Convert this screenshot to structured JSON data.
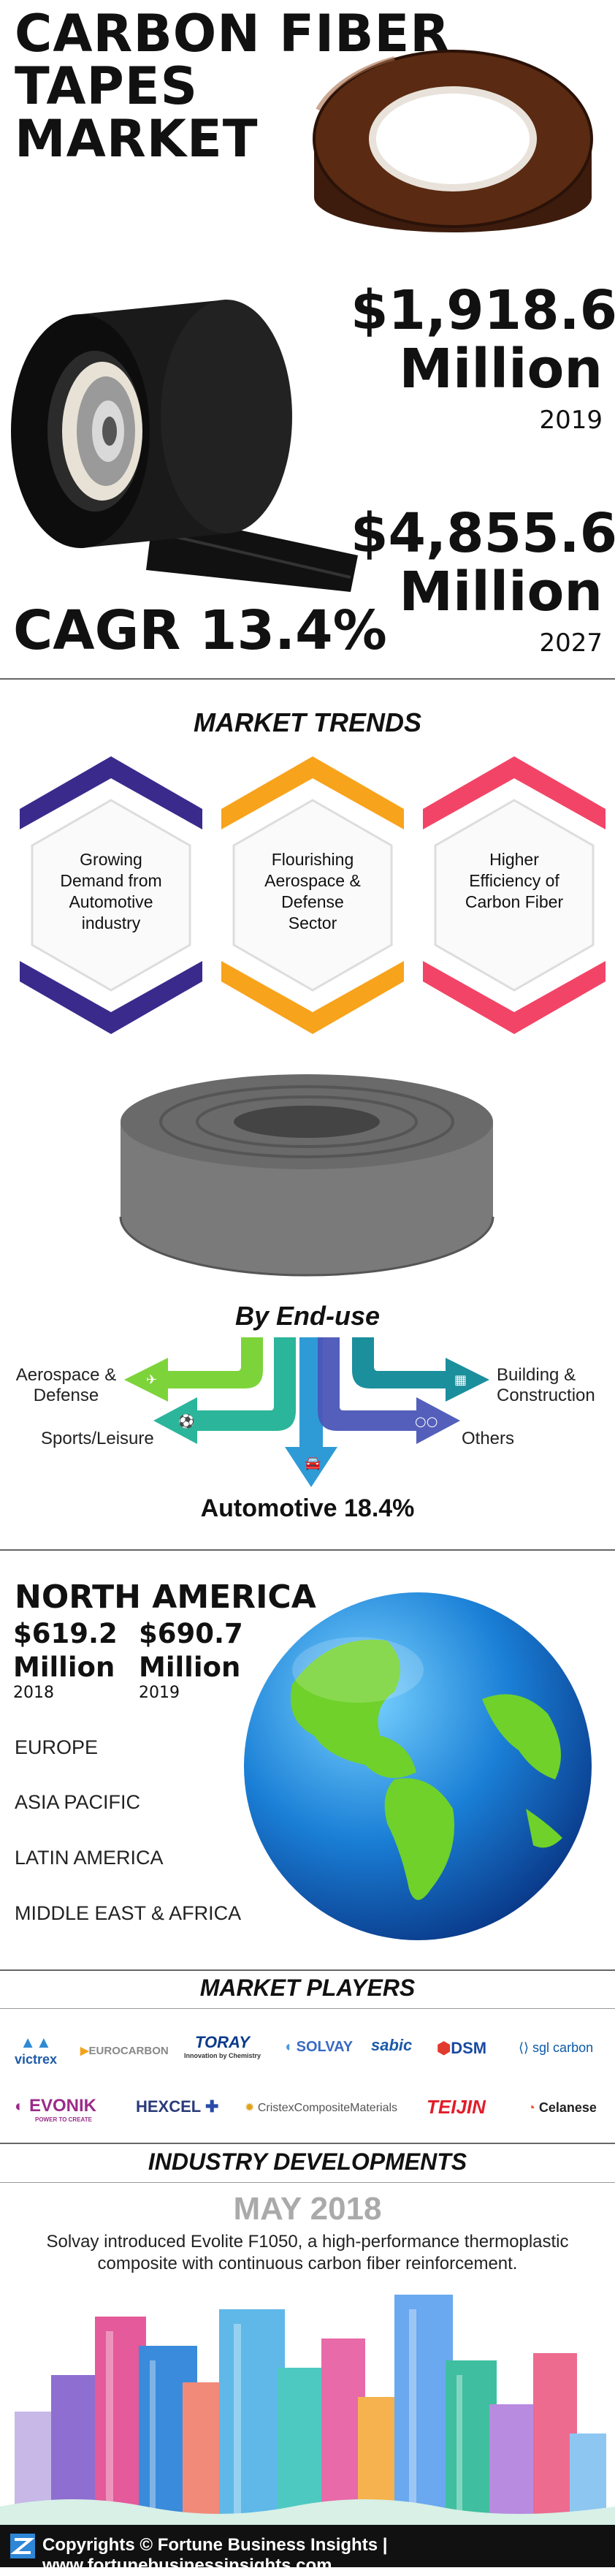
{
  "title": {
    "line1": "CARBON FIBER",
    "line2": "TAPES",
    "line3": "MARKET"
  },
  "stats": {
    "value_2019": "$1,918.6",
    "unit_2019": "Million",
    "year_2019": "2019",
    "value_2027": "$4,855.6",
    "unit_2027": "Million",
    "year_2027": "2027",
    "cagr": "CAGR 13.4%"
  },
  "trends": {
    "heading": "MARKET TRENDS",
    "items": [
      {
        "text": "Growing Demand from Automotive industry",
        "color": "#3a2a8c"
      },
      {
        "text": "Flourishing Aerospace & Defense Sector",
        "color": "#f7a31c"
      },
      {
        "text": "Higher Efficiency of Carbon Fiber",
        "color": "#f24467"
      }
    ]
  },
  "end_use": {
    "heading": "By End-use",
    "aerospace": "Aerospace & Defense",
    "sports": "Sports/Leisure",
    "building": "Building & Construction",
    "others": "Others",
    "automotive": "Automotive 18.4%",
    "colors": {
      "green": "#7dd43a",
      "teal1": "#2bb59a",
      "blue": "#2e9bd6",
      "teal2": "#1b8f9c",
      "indigo": "#4b56b8"
    }
  },
  "regions": {
    "north_america": "NORTH AMERICA",
    "na_2018_value": "$619.2",
    "na_2018_unit": "Million",
    "na_2018_year": "2018",
    "na_2019_value": "$690.7",
    "na_2019_unit": "Million",
    "na_2019_year": "2019",
    "list": [
      "EUROPE",
      "ASIA PACIFIC",
      "LATIN AMERICA",
      "MIDDLE EAST & AFRICA"
    ]
  },
  "players": {
    "heading": "MARKET PLAYERS",
    "row1": [
      "victrex",
      "EUROCARBON",
      "TORAY",
      "SOLVAY",
      "sabic",
      "DSM",
      "sgl carbon"
    ],
    "row2": [
      "EVONIK",
      "HEXCEL",
      "CristexCompositeMaterials",
      "TEIJIN",
      "Celanese"
    ],
    "toray_sub": "Innovation by Chemistry",
    "evonik_sub": "POWER TO CREATE"
  },
  "developments": {
    "heading": "INDUSTRY DEVELOPMENTS",
    "date": "MAY 2018",
    "text": "Solvay introduced Evolite F1050, a high-performance thermoplastic composite with continuous carbon fiber reinforcement."
  },
  "footer": {
    "text": "Copyrights © Fortune Business Insights | www.fortunebusinessinsights.com"
  }
}
